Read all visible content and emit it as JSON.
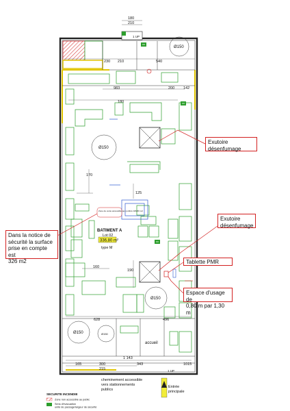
{
  "callouts": {
    "exutoire_1": {
      "line1": "Exutoire",
      "line2": "désenfumage"
    },
    "exutoire_2": {
      "line1": "Exutoire",
      "line2": "désenfumage"
    },
    "tablette": "Tablette PMR",
    "espace_usage": {
      "line1": "Espace d'usage de",
      "line2": "0,80 m par 1,30 m"
    },
    "notice": {
      "line1": "Dans la notice de",
      "line2": "sécurité la surface",
      "line3": "prise en compte est",
      "line4": "326 m2"
    }
  },
  "room": {
    "label": "BATIMENT A",
    "lot": "Lot 02",
    "area": "336,80 m²",
    "type": "type M",
    "highlight_note": "Zone de vente accessible aux publics 326,80 m2"
  },
  "dimensions": {
    "top_180": "180",
    "top_210": "210",
    "up_1": "1 UP",
    "r_540": "540",
    "r_142": "142",
    "r_200": "200",
    "r_210": "210",
    "r_230": "230",
    "r_983": "983",
    "r_180": "180",
    "r_170": "170",
    "r_125": "125",
    "r_160": "160",
    "r_190": "190",
    "r_628": "628",
    "r_496": "496",
    "r_1143": "1 143",
    "r_343": "343",
    "r_300": "300",
    "r_215": "215",
    "r_1015": "1015",
    "r_165": "165",
    "up_2": "1 UP",
    "d_150_1": "Ø150",
    "d_150_2": "Ø150",
    "d_150_3": "Ø150",
    "d_150_4": "Ø150",
    "d_150_5": "Ø150"
  },
  "labels": {
    "accueil": "accueil",
    "cheminement": {
      "line1": "cheminement accessible",
      "line2": "vers stationnements",
      "line3": "publics"
    },
    "entree": {
      "line1": "Entrée",
      "line2": "principale"
    }
  },
  "legend": {
    "title": "SECURITE INCENDIE",
    "item1": "Zone non accessible au public",
    "item2": {
      "line1": "Sens d'évacuation",
      "line2": "unité de passage/largeur de sécurité"
    }
  },
  "colors": {
    "callout_border": "#d21f1f",
    "furniture": "#2d9e2d",
    "wall_accent": "#e0c400",
    "hatch": "#d94040",
    "blue_mark": "#2a55d0",
    "pmr": "#2a55d0"
  }
}
